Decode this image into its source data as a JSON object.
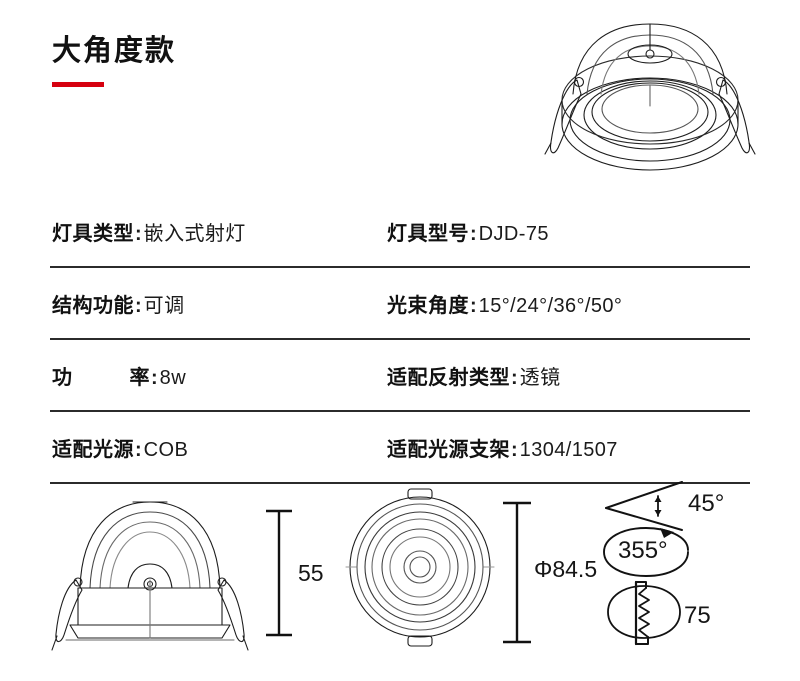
{
  "header": {
    "title": "大角度款",
    "accent_color": "#d6000f"
  },
  "hero": {
    "icon_name": "recessed-downlight-3d-drawing",
    "caption": ""
  },
  "specs": {
    "rows": [
      {
        "left": {
          "label": "灯具类型",
          "colon": ":",
          "value": "嵌入式射灯",
          "spread": false
        },
        "right": {
          "label": "灯具型号",
          "colon": ":",
          "value": "DJD-75",
          "spread": false
        }
      },
      {
        "left": {
          "label": "结构功能",
          "colon": ":",
          "value": "可调",
          "spread": false
        },
        "right": {
          "label": "光束角度",
          "colon": ":",
          "value": "15°/24°/36°/50°",
          "spread": false
        }
      },
      {
        "left": {
          "label": "功率",
          "colon": ":",
          "value": "8w",
          "spread": true
        },
        "right": {
          "label": "适配反射类型",
          "colon": ":",
          "value": "透镜",
          "spread": false
        }
      },
      {
        "left": {
          "label": "适配光源",
          "colon": ":",
          "value": "COB",
          "spread": false
        },
        "right": {
          "label": "适配光源支架",
          "colon": ":",
          "value": " 1304/1507",
          "spread": false
        }
      }
    ]
  },
  "drawings": {
    "side_view": {
      "icon_name": "downlight-side-elevation",
      "dimension_label": "55"
    },
    "top_view": {
      "icon_name": "downlight-top-plan",
      "dimension_label": "Φ84.5"
    },
    "features": [
      {
        "icon_name": "tilt-angle-icon",
        "label": "45°"
      },
      {
        "icon_name": "rotation-angle-icon",
        "label": "355°"
      },
      {
        "icon_name": "cutout-size-icon",
        "label": "75"
      }
    ]
  }
}
